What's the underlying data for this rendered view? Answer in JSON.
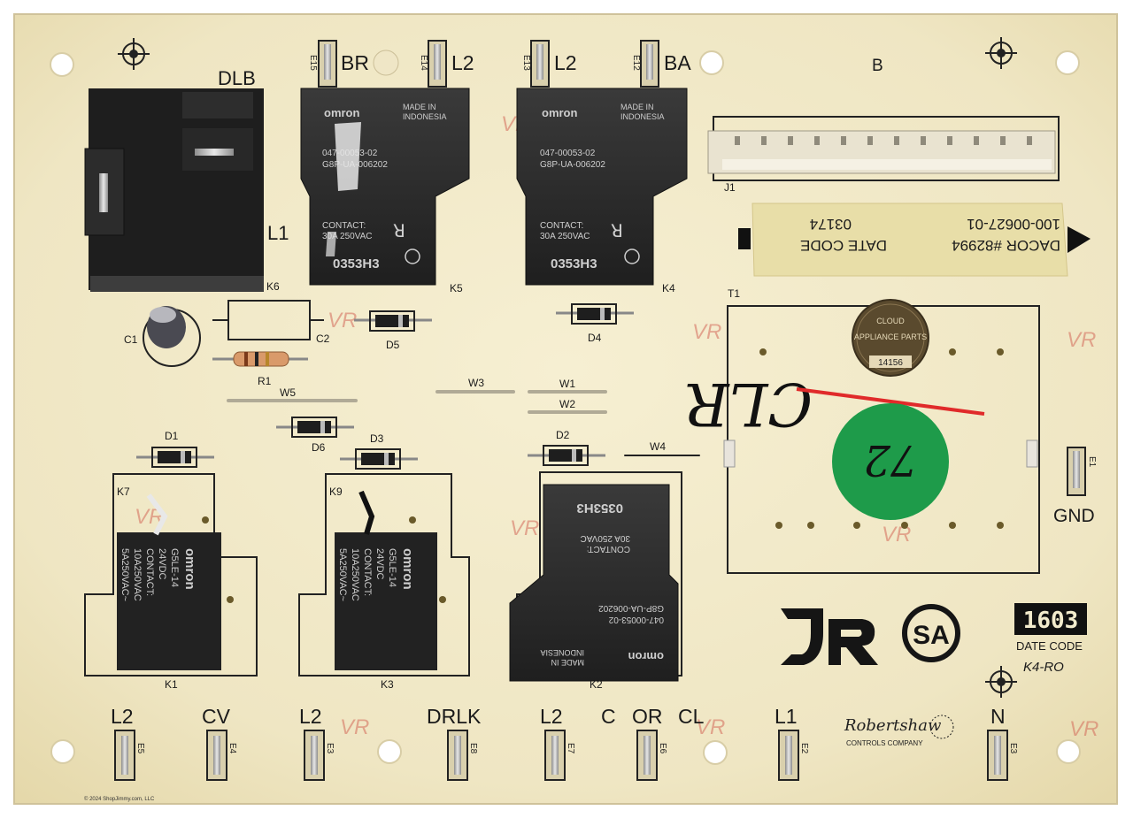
{
  "terminals_top": {
    "br": "BR",
    "l2a": "L2",
    "l2b": "L2",
    "ba": "BA",
    "dlb": "DLB",
    "b": "B",
    "l1": "L1",
    "e15": "E15",
    "e14": "E14",
    "e13": "E13",
    "e12": "E12"
  },
  "terminals_bottom": {
    "l2_e5": "L2",
    "cv": "CV",
    "l2_e3": "L2",
    "drlk": "DRLK",
    "l2_e7": "L2",
    "c": "C",
    "or": "OR",
    "cl": "CL",
    "l1": "L1",
    "n": "N",
    "gnd": "GND",
    "e5": "E5",
    "e4": "E4",
    "e3": "E3",
    "e8": "E8",
    "e7": "E7",
    "e6": "E6",
    "e2": "E2",
    "e3b": "E3",
    "e1": "E1"
  },
  "relays_large": [
    {
      "brand": "omron",
      "made": "MADE IN",
      "country": "INDONESIA",
      "part": "047-00053-02",
      "model": "G8P-UA-006202",
      "contact": "CONTACT:",
      "rating": "30A 250VAC",
      "lot": "0353H3",
      "ref": "K5"
    },
    {
      "brand": "omron",
      "made": "MADE IN",
      "country": "INDONESIA",
      "part": "047-00053-02",
      "model": "G8P-UA-006202",
      "contact": "CONTACT:",
      "rating": "30A 250VAC",
      "lot": "0353H3",
      "ref": "K4"
    },
    {
      "brand": "omron",
      "made": "MADE IN",
      "country": "INDONESIA",
      "part": "047-00053-02",
      "model": "G8P-UA-006202",
      "contact": "CONTACT:",
      "rating": "30A 250VAC",
      "lot": "0353H3",
      "ref": "K2"
    }
  ],
  "relays_small": [
    {
      "brand": "omron",
      "model": "G5LE-14",
      "coil": "24VDC",
      "contact": "CONTACT:",
      "r1": "10A250VAC",
      "r2": "5A250VAC~",
      "ref": "K1",
      "tag": "K7"
    },
    {
      "brand": "omron",
      "model": "G5LE-14",
      "coil": "24VDC",
      "contact": "CONTACT:",
      "r1": "10A250VAC",
      "r2": "5A250VAC~",
      "ref": "K3",
      "tag": "K9"
    }
  ],
  "components": {
    "k6": "K6",
    "j1": "J1",
    "c1": "C1",
    "c2": "C2",
    "r1": "R1",
    "d1": "D1",
    "d2": "D2",
    "d3": "D3",
    "d4": "D4",
    "d5": "D5",
    "d6": "D6",
    "w1": "W1",
    "w2": "W2",
    "w3": "W3",
    "w4": "W4",
    "w5": "W5",
    "t1": "T1"
  },
  "label_sticker": {
    "dacor": "DACOR #82994",
    "part": "100-00627-01",
    "date_code_label": "DATE CODE",
    "date_code": "03174"
  },
  "round_sticker": {
    "line1": "CLOUD",
    "line2": "APPLIANCE PARTS",
    "num": "14156"
  },
  "handwriting": {
    "clr": "CLR",
    "green": "72"
  },
  "date_code_block": {
    "value": "1603",
    "label": "DATE CODE",
    "rev": "K4-RO"
  },
  "maker": {
    "name": "Robertshaw",
    "sub": "CONTROLS COMPANY"
  },
  "vr_mark": "VR",
  "copyright": "© 2024 ShopJimmy.com, LLC",
  "colors": {
    "board": "#f2ebcc",
    "relay": "#2a2a2a",
    "green_dot": "#1e9b4a",
    "red_line": "#e02a2a"
  }
}
